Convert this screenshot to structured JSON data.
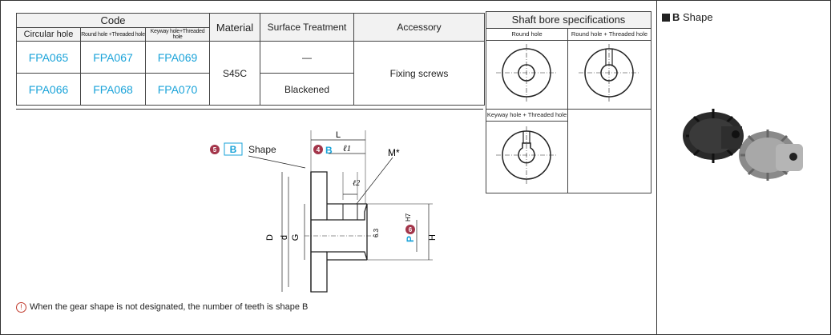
{
  "table": {
    "code_header": "Code",
    "circular": "Circular hole",
    "roundthread": "Round hole +Threaded hole",
    "keyway": "Keyway hole+Threaded hole",
    "material_header": "Material",
    "surface_header": "Surface Treatment",
    "accessory_header": "Accessory",
    "row1": [
      "FPA065",
      "FPA067",
      "FPA069"
    ],
    "row2": [
      "FPA066",
      "FPA068",
      "FPA070"
    ],
    "material": "S45C",
    "surface1": "—",
    "surface2": "Blackened",
    "accessory": "Fixing screws"
  },
  "bore": {
    "title": "Shaft bore specifications",
    "round": "Round hole",
    "roundthread": "Round hole + Threaded hole",
    "keyway": "Keyway hole + Threaded hole"
  },
  "drawing": {
    "shape_num": "5",
    "shape_letter": "B",
    "shape_label": "Shape",
    "num4": "4",
    "letter4": "B",
    "L": "L",
    "l1": "ℓ1",
    "l2": "ℓ2",
    "M": "M*",
    "D": "D",
    "d": "d",
    "G": "G",
    "rough": "6.3",
    "num6": "6",
    "P": "P",
    "H7": "H7",
    "H": "H"
  },
  "right_title": "B",
  "right_title_suffix": "Shape",
  "note": "When the gear shape is not designated, the number of teeth is shape B",
  "colors": {
    "accent": "#1aa3d9",
    "marker": "#a3354a"
  }
}
